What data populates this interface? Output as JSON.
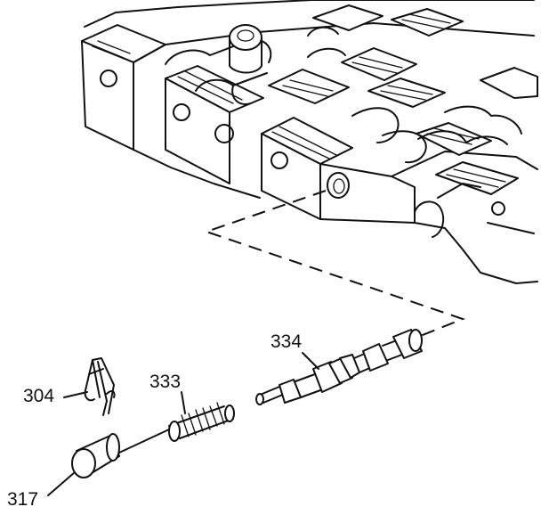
{
  "diagram": {
    "callouts": [
      {
        "id": "clip",
        "label": "304"
      },
      {
        "id": "spring",
        "label": "333"
      },
      {
        "id": "valve",
        "label": "334"
      },
      {
        "id": "plug",
        "label": "317"
      }
    ]
  },
  "colors": {
    "line": "#111111",
    "background": "#ffffff"
  }
}
